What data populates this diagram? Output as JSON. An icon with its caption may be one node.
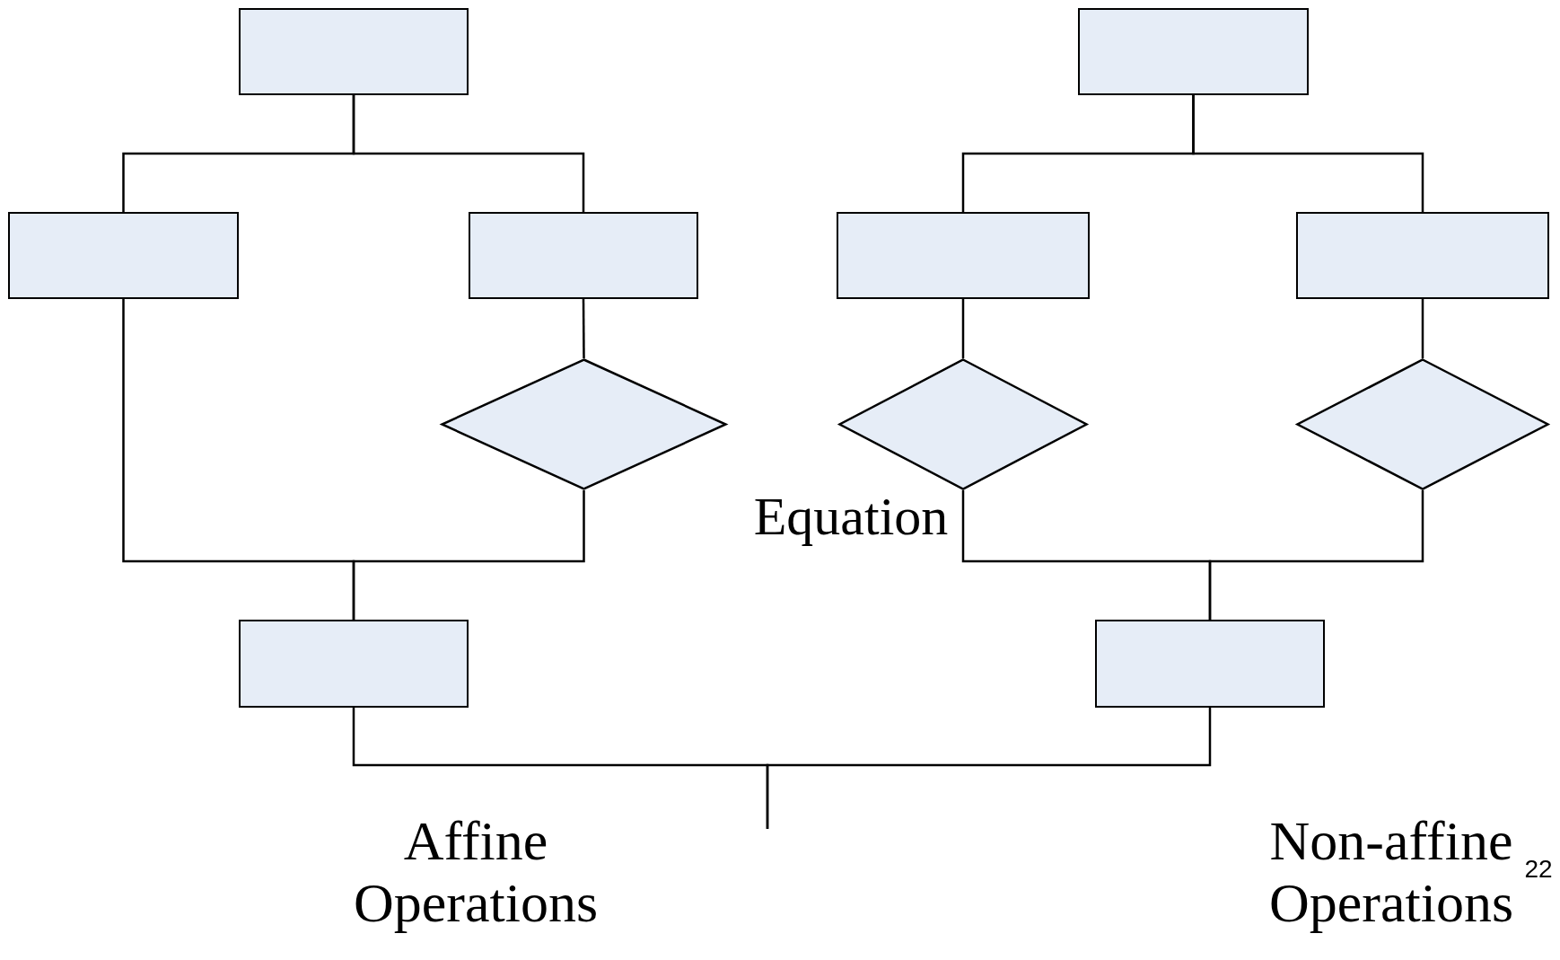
{
  "diagram": {
    "nodes": [
      {
        "text": [],
        "shape": "box"
      },
      {
        "text": [],
        "shape": "box"
      },
      {
        "text": [],
        "shape": "box"
      },
      {
        "text": [],
        "shape": "diamond"
      },
      {
        "text": [],
        "shape": "box"
      },
      {
        "text": [],
        "shape": "box"
      },
      {
        "text": [],
        "shape": "box"
      },
      {
        "text": [],
        "shape": "box"
      },
      {
        "text": [],
        "shape": "diamond"
      },
      {
        "text": [],
        "shape": "diamond"
      },
      {
        "text": [],
        "shape": "box"
      }
    ],
    "edges": [
      {
        "from": 0,
        "to": 1,
        "arrow": "none"
      },
      {
        "from": 0,
        "to": 2,
        "arrow": "none"
      },
      {
        "from": 2,
        "to": 3,
        "arrow": "none"
      },
      {
        "from": 1,
        "to": 4,
        "arrow": "none"
      },
      {
        "from": 3,
        "to": 4,
        "arrow": "none"
      },
      {
        "from": 5,
        "to": 6,
        "arrow": "none"
      },
      {
        "from": 5,
        "to": 7,
        "arrow": "none"
      },
      {
        "from": 6,
        "to": 8,
        "arrow": "none"
      },
      {
        "from": 7,
        "to": 9,
        "arrow": "none"
      },
      {
        "from": 8,
        "to": 10,
        "arrow": "none"
      },
      {
        "from": 9,
        "to": 10,
        "arrow": "none"
      },
      {
        "from": 4,
        "to": null,
        "arrow": "none"
      },
      {
        "from": 10,
        "to": null,
        "arrow": "none"
      }
    ],
    "labels": [
      "Equation",
      "Affine Operations",
      "Non-affine Operations",
      "22"
    ]
  }
}
